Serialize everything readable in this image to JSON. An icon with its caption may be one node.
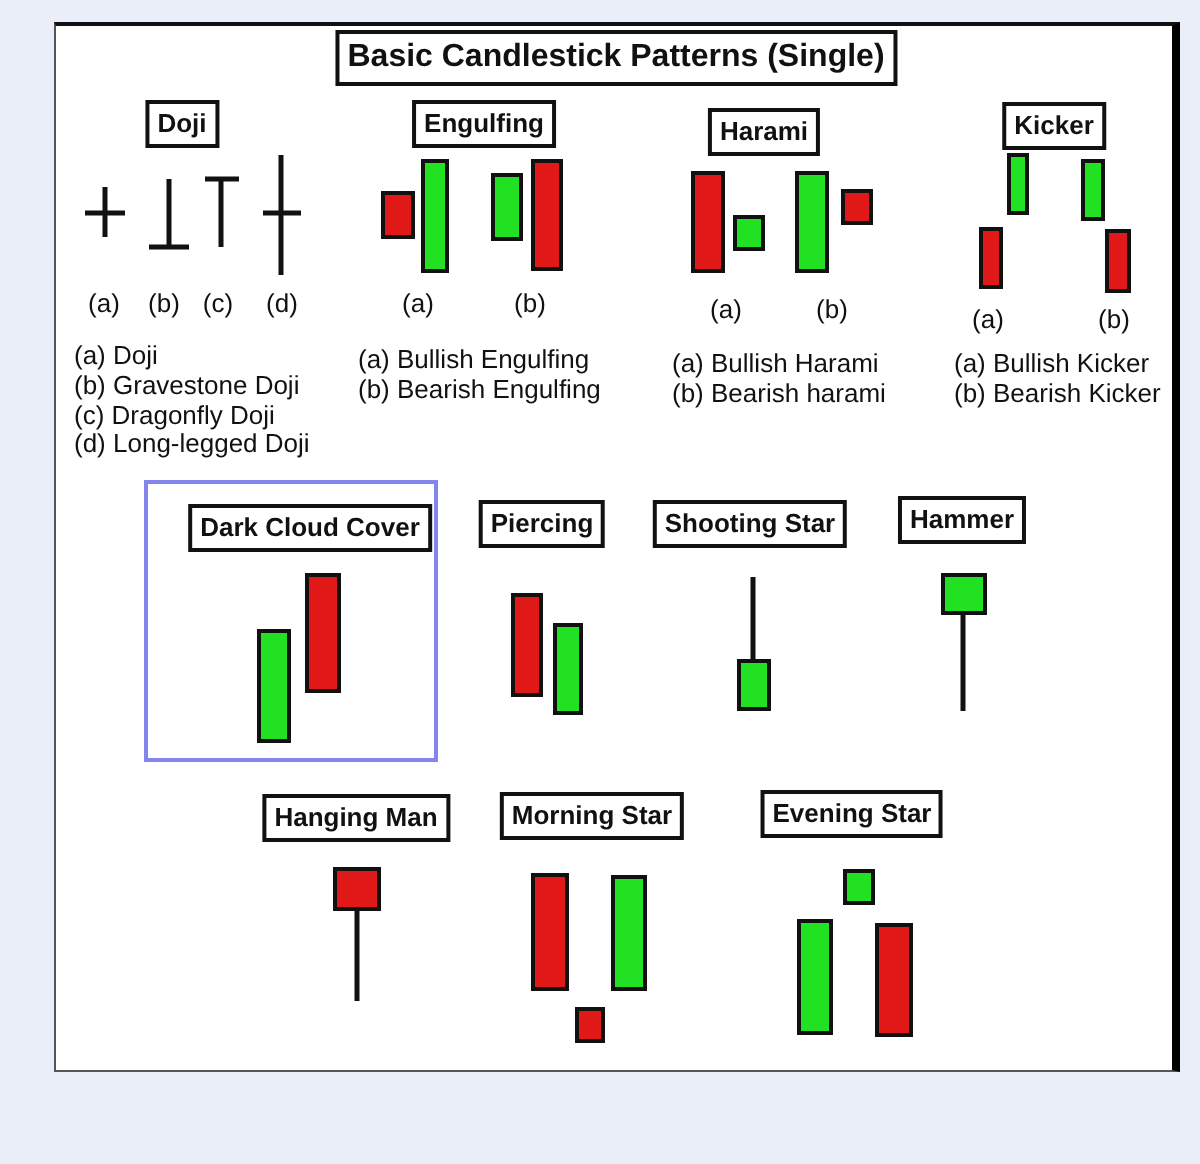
{
  "diagram": {
    "title": "Basic Candlestick Patterns (Single)",
    "nodes": [
      {
        "text": [
          "Doji"
        ]
      },
      {
        "text": [
          "Engulfing"
        ]
      },
      {
        "text": [
          "Harami"
        ]
      },
      {
        "text": [
          "Kicker"
        ]
      },
      {
        "text": [],
        "shape": "box"
      },
      {
        "text": [
          "Dark Cloud Cover"
        ],
        "in": 4
      },
      {
        "text": [
          "Piercing"
        ]
      },
      {
        "text": [
          "Shooting Star"
        ]
      },
      {
        "text": [
          "Hammer"
        ]
      },
      {
        "text": [
          "Hanging Man"
        ]
      },
      {
        "text": [
          "Morning Star"
        ]
      },
      {
        "text": [
          "Evening Star"
        ]
      }
    ],
    "labels": [
      "(a)",
      "(b)",
      "(c)",
      "(d)",
      "(a)",
      "(b)",
      "(a)",
      "(b)",
      "(a)",
      "(b)",
      "(a) Doji",
      "(b) Gravestone Doji",
      "(c) Dragonfly Doji",
      "(d) Long-legged Doji",
      "(a) Bullish Engulfing",
      "(b) Bearish Engulfing",
      "(a) Bullish Harami",
      "(b) Bearish harami",
      "(a) Bullish Kicker",
      "(b) Bearish Kicker"
    ]
  }
}
